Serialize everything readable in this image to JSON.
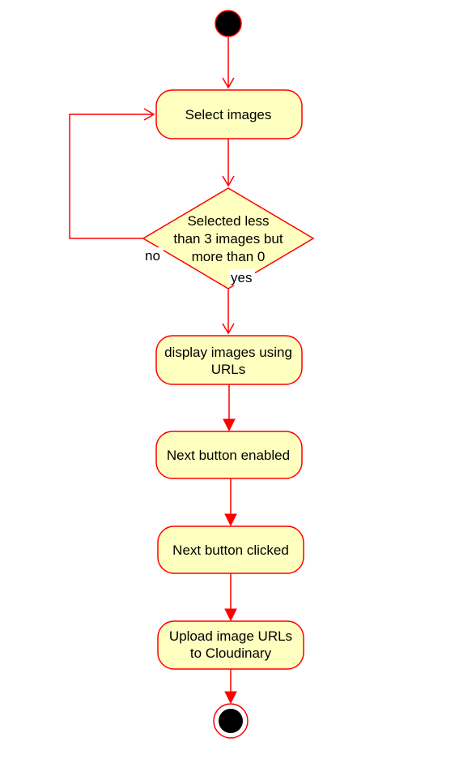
{
  "colors": {
    "stroke": "#ff0000",
    "fill": "#ffffc0",
    "terminal": "#000000",
    "background": "#ffffff",
    "text": "#000000"
  },
  "nodes": {
    "select_images": {
      "label": "Select images"
    },
    "decision": {
      "line1": "Selected less",
      "line2": "than 3 images but",
      "line3": "more than 0"
    },
    "display_images": {
      "line1": "display images using",
      "line2": "URLs"
    },
    "next_enabled": {
      "label": "Next button enabled"
    },
    "next_clicked": {
      "label": "Next button clicked"
    },
    "upload": {
      "line1": "Upload image URLs",
      "line2": "to Cloudinary"
    }
  },
  "edges": {
    "no_label": "no",
    "yes_label": "yes"
  }
}
